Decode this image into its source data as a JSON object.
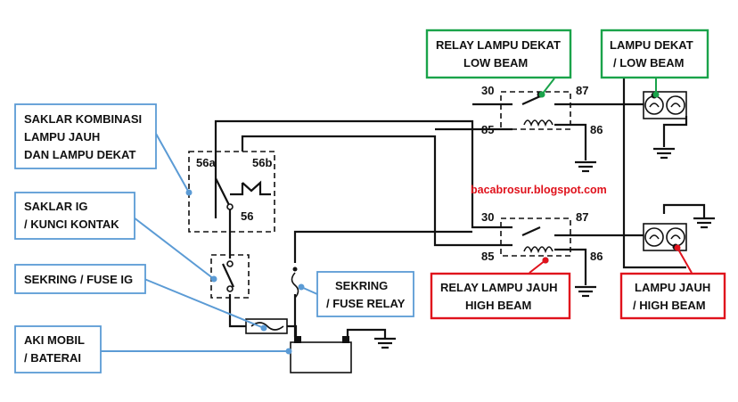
{
  "colors": {
    "wire": "#111111",
    "leader_blue": "#5b9bd5",
    "box_green": "#1aa34a",
    "box_red": "#e0121c",
    "watermark_red": "#e0121c"
  },
  "labels": {
    "combination_switch": [
      "SAKLAR KOMBINASI",
      "LAMPU JAUH",
      "DAN LAMPU DEKAT"
    ],
    "ignition_switch": [
      "SAKLAR IG",
      "/ KUNCI KONTAK"
    ],
    "fuse_ig": [
      "SEKRING / FUSE IG"
    ],
    "battery": [
      "AKI MOBIL",
      "/ BATERAI"
    ],
    "fuse_relay": [
      "SEKRING",
      "/ FUSE RELAY"
    ],
    "relay_low_beam": [
      "RELAY LAMPU DEKAT",
      "LOW BEAM"
    ],
    "lamp_low_beam": [
      "LAMPU DEKAT",
      "/ LOW BEAM"
    ],
    "relay_high_beam": [
      "RELAY LAMPU JAUH",
      "HIGH BEAM"
    ],
    "lamp_high_beam": [
      "LAMPU JAUH",
      "/ HIGH BEAM"
    ]
  },
  "terminals": {
    "switch_56a": "56a",
    "switch_56b": "56b",
    "switch_56": "56",
    "relay_low": {
      "t30": "30",
      "t87": "87",
      "t85": "85",
      "t86": "86"
    },
    "relay_high": {
      "t30": "30",
      "t87": "87",
      "t85": "85",
      "t86": "86"
    }
  },
  "watermark": "bacabrosur.blogspot.com"
}
